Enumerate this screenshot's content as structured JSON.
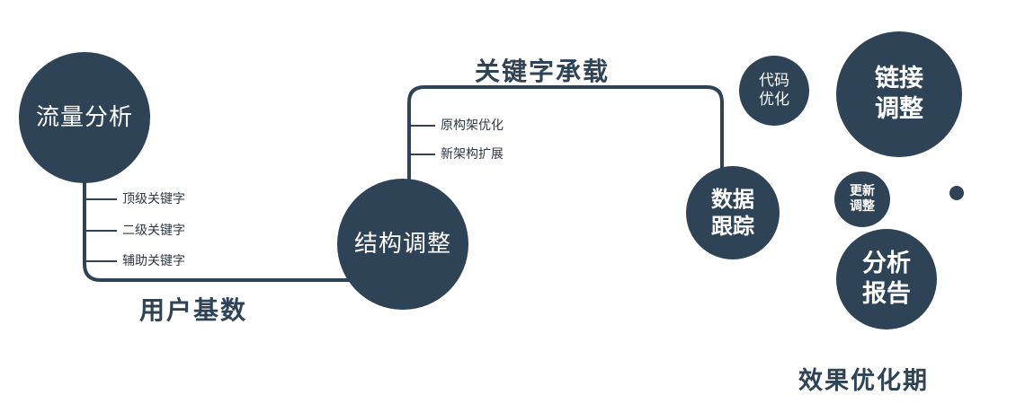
{
  "diagram": {
    "colors": {
      "primary": "#2e4356",
      "background": "#ffffff"
    },
    "nodes": {
      "traffic": {
        "label": "流量分析"
      },
      "structure": {
        "label": "结构调整"
      },
      "data_tracking": {
        "line1": "数据",
        "line2": "跟踪"
      },
      "code_optimize": {
        "line1": "代码",
        "line2": "优化"
      },
      "link_adjust": {
        "line1": "链接",
        "line2": "调整"
      },
      "update_adjust": {
        "line1": "更新",
        "line2": "调整"
      },
      "analysis_report": {
        "line1": "分析",
        "line2": "报告"
      }
    },
    "edge_labels": {
      "keyword_carry": "关键字承载",
      "user_base": "用户基数"
    },
    "branches": {
      "traffic": [
        "顶级关键字",
        "二级关键字",
        "辅助关键字"
      ],
      "structure": [
        "原构架优化",
        "新架构扩展"
      ]
    },
    "footer": "效果优化期"
  }
}
